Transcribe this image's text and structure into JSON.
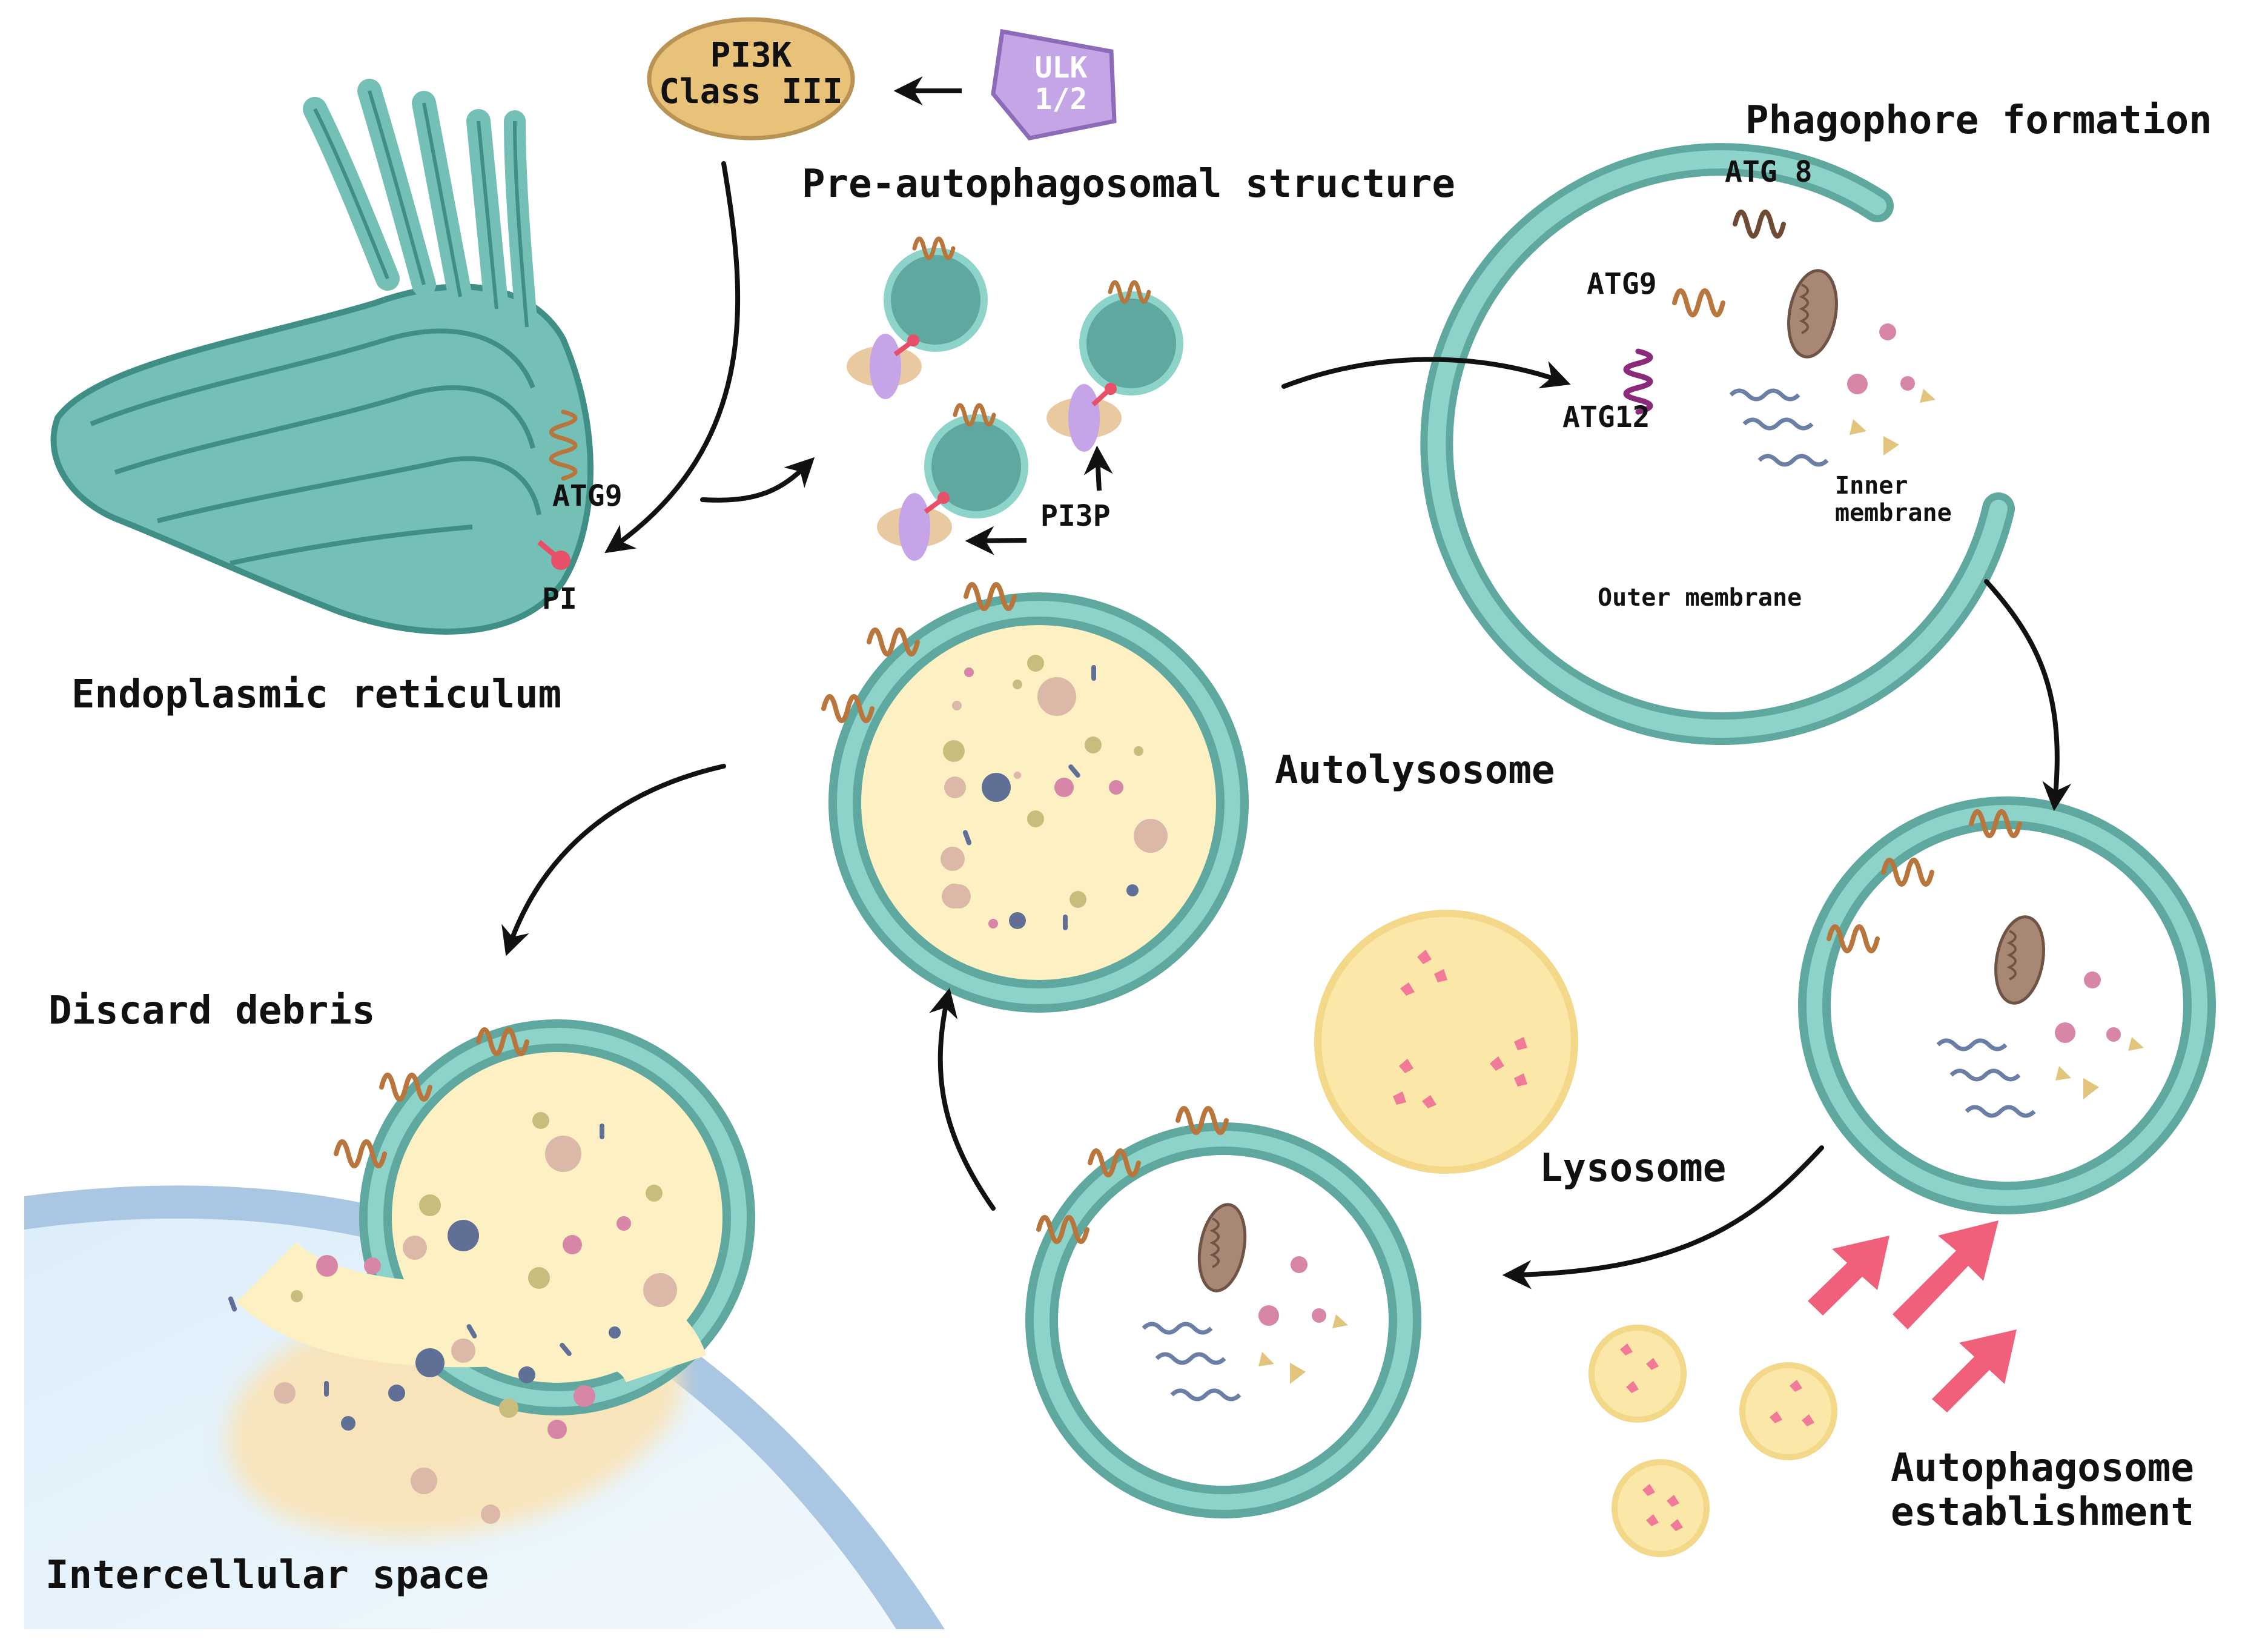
{
  "labels": {
    "pi3k_line1": "PI3K",
    "pi3k_line2": "Class III",
    "ulk_line1": "ULK",
    "ulk_line2": "1/2",
    "pre_autophagosomal": "Pre-autophagosomal structure",
    "phagophore_formation": "Phagophore formation",
    "atg8": "ATG 8",
    "atg9_phagophore": "ATG9",
    "atg12": "ATG12",
    "inner_membrane_line1": "Inner",
    "inner_membrane_line2": "membrane",
    "outer_membrane": "Outer membrane",
    "atg9_er": "ATG9",
    "pi": "PI",
    "pi3p": "PI3P",
    "endoplasmic_reticulum": "Endoplasmic reticulum",
    "autolysosome": "Autolysosome",
    "discard_debris": "Discard debris",
    "lysosome": "Lysosome",
    "intercellular_space": "Intercellular space",
    "autophagosome_line1": "Autophagosome",
    "autophagosome_line2": "establishment"
  },
  "colors": {
    "membrane": "#74bfb6",
    "membrane_dark": "#3f8f86",
    "vesicle_fill": "#5fa89f",
    "lumen": "#fdf0c2",
    "lysosome_fill": "#fbe7a8",
    "atg9_coil": "#b8753c",
    "atg12_coil": "#8a2a78",
    "pi3k_fill": "#e9c27a",
    "ulk_fill": "#c4a6e6",
    "pink_arrow": "#f0607a",
    "cell_fill": "#e4f1fa",
    "cell_wall": "#97b9d9",
    "mitochondrion": "#a98775",
    "cargo_wave": "#6b7fa6"
  }
}
